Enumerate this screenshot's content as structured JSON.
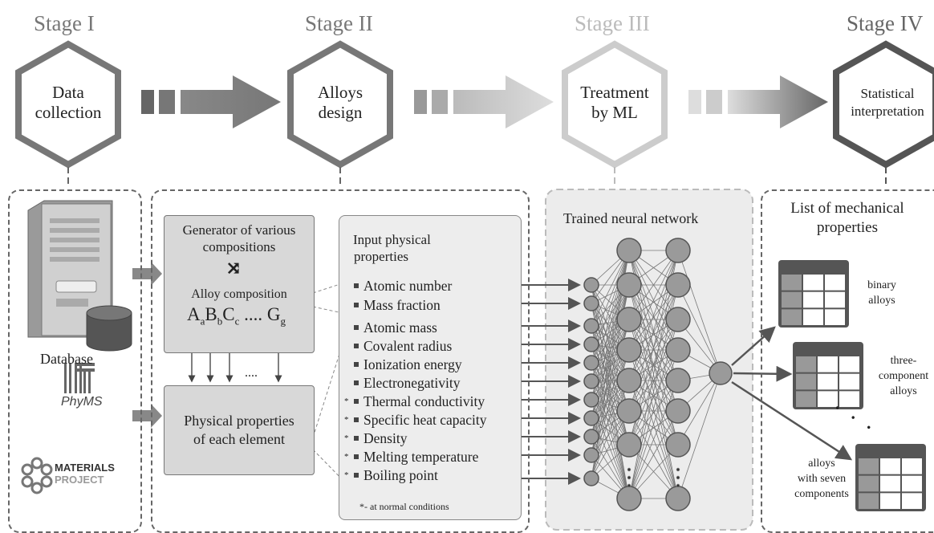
{
  "stages": [
    {
      "title": "Stage I",
      "hex_text": "Data collection"
    },
    {
      "title": "Stage II",
      "hex_text": "Alloys design"
    },
    {
      "title": "Stage III",
      "hex_text": "Treatment by ML"
    },
    {
      "title": "Stage IV",
      "hex_text": "Statistical interpretation"
    }
  ],
  "stage1": {
    "database_label": "Database",
    "phyms_logo": "PhyMS",
    "mp_logo_line1": "MATERIALS",
    "mp_logo_line2": "PROJECT"
  },
  "stage2": {
    "generator_title_l1": "Generator of various",
    "generator_title_l2": "compositions",
    "alloy_composition_label": "Alloy composition",
    "formula": {
      "A": "A",
      "a": "a",
      "B": "B",
      "b": "b",
      "C": "C",
      "c": "c",
      "dots": "....",
      "G": "G",
      "g": "g"
    },
    "arrow_dots": "....",
    "physprop_box_l1": "Physical properties",
    "physprop_box_l2": "of each element",
    "input_title_l1": "Input physical",
    "input_title_l2": "properties",
    "properties": [
      {
        "label": "Atomic number",
        "star": false
      },
      {
        "label": "Mass fraction",
        "star": false
      },
      {
        "label": "Atomic mass",
        "star": false
      },
      {
        "label": "Covalent radius",
        "star": false
      },
      {
        "label": "Ionization energy",
        "star": false
      },
      {
        "label": "Electronegativity",
        "star": false
      },
      {
        "label": "Thermal conductivity",
        "star": true
      },
      {
        "label": "Specific heat capacity",
        "star": true
      },
      {
        "label": "Density",
        "star": true
      },
      {
        "label": "Melting temperature",
        "star": true
      },
      {
        "label": "Boiling point",
        "star": true
      }
    ],
    "star_glyph": "*",
    "footnote": "*- at normal conditions"
  },
  "stage3": {
    "title": "Trained neural network",
    "dots": "⋮"
  },
  "stage4": {
    "title_l1": "List of mechanical",
    "title_l2": "properties",
    "outputs": [
      {
        "l1": "binary",
        "l2": "alloys",
        "l3": ""
      },
      {
        "l1": "three-",
        "l2": "component",
        "l3": "alloys"
      },
      {
        "l1": "alloys",
        "l2": "with seven",
        "l3": "components"
      }
    ],
    "dots": ". . ."
  }
}
